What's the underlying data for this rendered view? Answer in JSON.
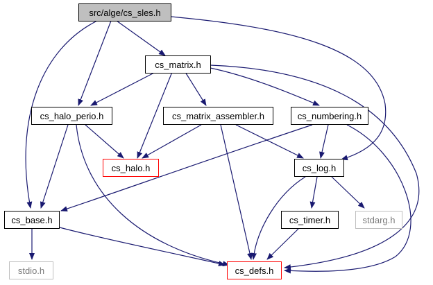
{
  "graph": {
    "colors": {
      "edge": "#191970",
      "root_fill": "#bfbfbf",
      "red_border": "#ff0000",
      "grey_border": "#bfbfbf"
    },
    "nodes": {
      "sles": {
        "label": "src/alge/cs_sles.h"
      },
      "matrix": {
        "label": "cs_matrix.h"
      },
      "halo_perio": {
        "label": "cs_halo_perio.h"
      },
      "matrix_assembler": {
        "label": "cs_matrix_assembler.h"
      },
      "numbering": {
        "label": "cs_numbering.h"
      },
      "halo": {
        "label": "cs_halo.h"
      },
      "log": {
        "label": "cs_log.h"
      },
      "base": {
        "label": "cs_base.h"
      },
      "timer": {
        "label": "cs_timer.h"
      },
      "stdarg": {
        "label": "stdarg.h"
      },
      "stdio": {
        "label": "stdio.h"
      },
      "defs": {
        "label": "cs_defs.h"
      }
    }
  }
}
